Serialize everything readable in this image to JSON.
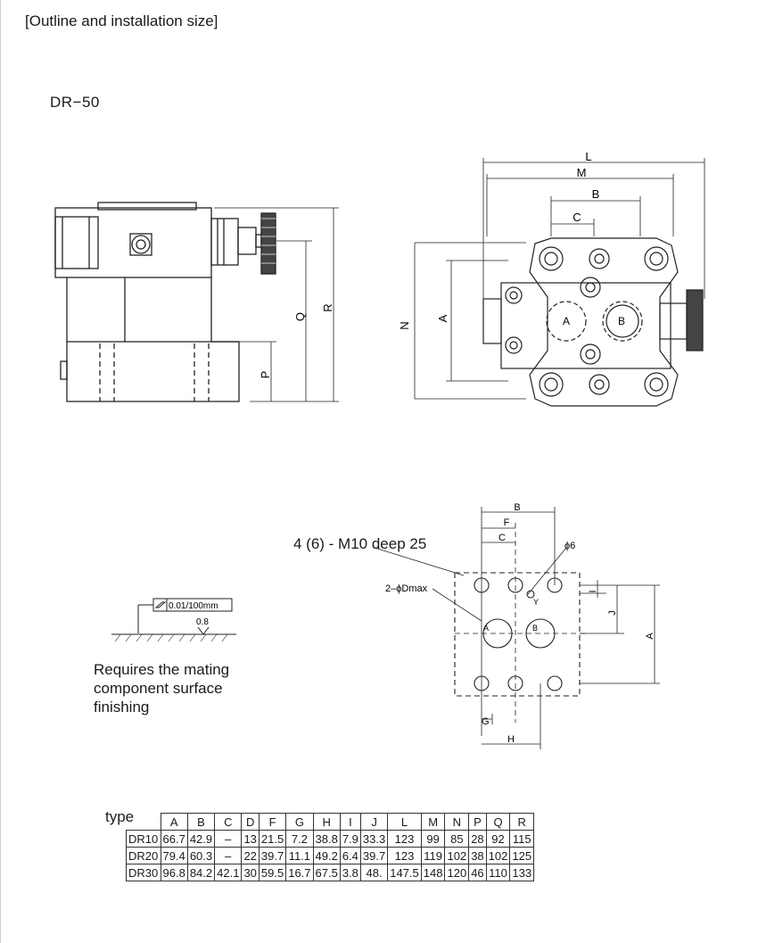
{
  "heading": "[Outline and installation size]",
  "model": "DR−50",
  "view_labels": {
    "side": {
      "q": "Q",
      "r": "R",
      "p": "P"
    },
    "top": {
      "l": "L",
      "m": "M",
      "b": "B",
      "c": "C",
      "n": "N",
      "a": "A",
      "port_a": "A",
      "port_b": "B"
    },
    "mount": {
      "b": "B",
      "f": "F",
      "c": "C",
      "phi6": "ϕ6",
      "dmax": "2–ϕDmax",
      "y": "Y",
      "i": "I",
      "j": "J",
      "a": "A",
      "g": "G",
      "h": "H",
      "port_a": "A",
      "port_b": "B"
    }
  },
  "callout": "4 (6) - M10 deep 25",
  "surface": {
    "flatness": "0.01/100mm",
    "roughness": "0.8",
    "note_lines": [
      "Requires the mating",
      "component surface",
      "finishing"
    ]
  },
  "table": {
    "type_label": "type",
    "columns": [
      "A",
      "B",
      "C",
      "D",
      "F",
      "G",
      "H",
      "I",
      "J",
      "L",
      "M",
      "N",
      "P",
      "Q",
      "R"
    ],
    "rows": [
      {
        "type": "DR10",
        "values": [
          "66.7",
          "42.9",
          "–",
          "13",
          "21.5",
          "7.2",
          "38.8",
          "7.9",
          "33.3",
          "123",
          "99",
          "85",
          "28",
          "92",
          "115"
        ]
      },
      {
        "type": "DR20",
        "values": [
          "79.4",
          "60.3",
          "–",
          "22",
          "39.7",
          "11.1",
          "49.2",
          "6.4",
          "39.7",
          "123",
          "119",
          "102",
          "38",
          "102",
          "125"
        ]
      },
      {
        "type": "DR30",
        "values": [
          "96.8",
          "84.2",
          "42.1",
          "30",
          "59.5",
          "16.7",
          "67.5",
          "3.8",
          "48.",
          "147.5",
          "148",
          "120",
          "46",
          "110",
          "133"
        ]
      }
    ]
  }
}
